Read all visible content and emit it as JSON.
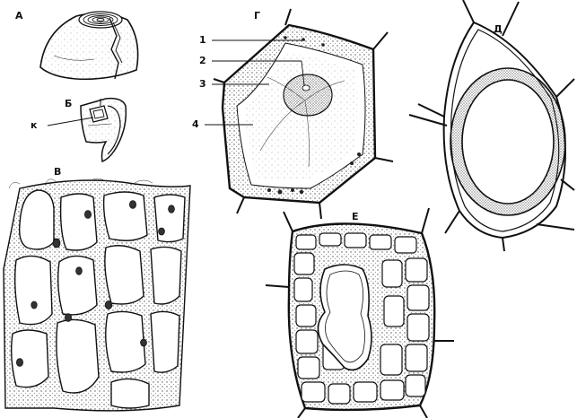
{
  "colors": {
    "ink": "#111111",
    "stipple": "#555555",
    "paper": "#ffffff"
  },
  "figure": {
    "panels": {
      "A": {
        "label": "А"
      },
      "B": {
        "label": "Б",
        "callout": "к"
      },
      "V": {
        "label": "В"
      },
      "G": {
        "label": "Г",
        "callouts": [
          "1",
          "2",
          "3",
          "4"
        ]
      },
      "D": {
        "label": "Д"
      },
      "E": {
        "label": "Е"
      }
    }
  }
}
